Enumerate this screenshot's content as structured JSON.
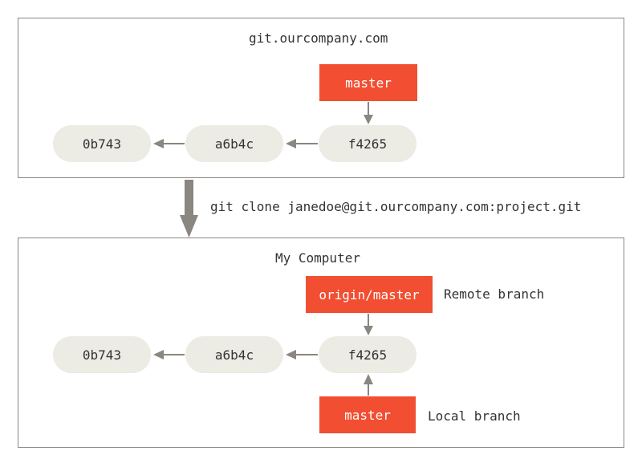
{
  "server": {
    "title": "git.ourcompany.com",
    "commits": [
      "0b743",
      "a6b4c",
      "f4265"
    ],
    "branch": "master"
  },
  "clone_command": "git clone janedoe@git.ourcompany.com:project.git",
  "local": {
    "title": "My Computer",
    "commits": [
      "0b743",
      "a6b4c",
      "f4265"
    ],
    "remote_branch": "origin/master",
    "remote_branch_label": "Remote branch",
    "local_branch": "master",
    "local_branch_label": "Local branch"
  },
  "colors": {
    "branch": "#f14e32",
    "commit": "#ecebe4",
    "arrow": "#8a8680"
  }
}
